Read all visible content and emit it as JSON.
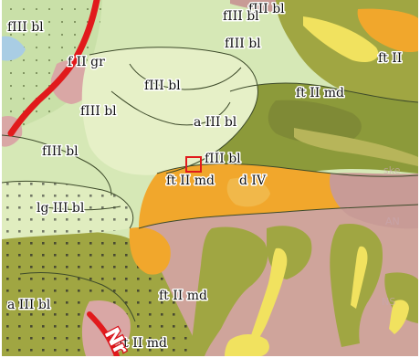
{
  "map": {
    "labels": [
      "fIII bl",
      "fIII bl",
      "fIII bl",
      "fIII bl",
      "f II gr",
      "fIII bl",
      "fIII bl",
      "a III bl",
      "ft II md",
      "ft II",
      "fIII bl",
      "ft II md",
      "d IV",
      "lg III bl",
      "ft II md",
      "a III bl",
      "ft II md"
    ],
    "road_label": "Nr",
    "faint_text": [
      "ske",
      "AN",
      "NS"
    ],
    "colors": {
      "light_green": "#d6e8b6",
      "pale_green": "#e6f0c7",
      "olive": "#a0a642",
      "dark_olive": "#7f8a36",
      "orange": "#f1a72c",
      "pink": "#cfa49b",
      "mauve": "#c89b96",
      "blue": "#a9cde4",
      "yellow": "#f1e25f",
      "road_red": "#e11a1c",
      "marker_red": "#e11a1c"
    },
    "icons": [
      "study-site-marker-icon",
      "road-icon",
      "dot-pattern-icon"
    ]
  }
}
